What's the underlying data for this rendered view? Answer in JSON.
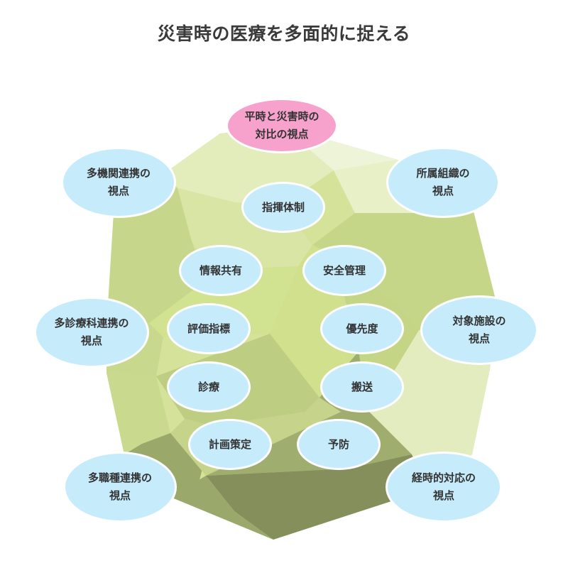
{
  "title": "災害時の医療を多面的に捉える",
  "colors": {
    "outer_bubble": "#c6ecfb",
    "inner_bubble": "#c6ecfb",
    "highlight_bubble": "#f7a2cc",
    "bubble_border": "#ffffff",
    "text": "#333333"
  },
  "outer_perspectives": [
    {
      "id": "top",
      "line1": "平時と災害時の",
      "line2": "対比の視点",
      "highlight": true
    },
    {
      "id": "top-right",
      "line1": "所属組織の",
      "line2": "視点"
    },
    {
      "id": "right",
      "line1": "対象施設の",
      "line2": "視点"
    },
    {
      "id": "bottom-right",
      "line1": "経時的対応の",
      "line2": "視点"
    },
    {
      "id": "bottom-left",
      "line1": "多職種連携の",
      "line2": "視点"
    },
    {
      "id": "left",
      "line1": "多診療科連携の",
      "line2": "視点"
    },
    {
      "id": "top-left",
      "line1": "多機関連携の",
      "line2": "視点"
    }
  ],
  "inner_topics": [
    {
      "id": "command",
      "label": "指揮体制"
    },
    {
      "id": "info-sharing",
      "label": "情報共有"
    },
    {
      "id": "safety",
      "label": "安全管理"
    },
    {
      "id": "evaluation",
      "label": "評価指標"
    },
    {
      "id": "priority",
      "label": "優先度"
    },
    {
      "id": "treatment",
      "label": "診療"
    },
    {
      "id": "transport",
      "label": "搬送"
    },
    {
      "id": "planning",
      "label": "計画策定"
    },
    {
      "id": "prevention",
      "label": "予防"
    }
  ]
}
